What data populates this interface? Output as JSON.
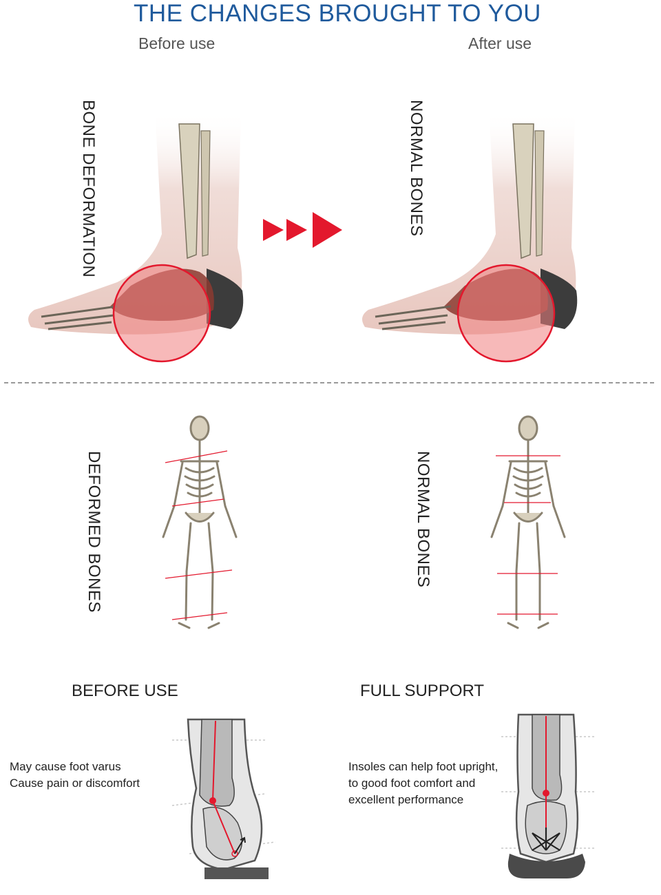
{
  "header": {
    "title": "THE CHANGES BROUGHT TO YOU",
    "before_label": "Before use",
    "after_label": "After use"
  },
  "feet": {
    "left_label": "BONE DEFORMATION",
    "right_label": "NORMAL BONES"
  },
  "skeletons": {
    "left_label": "DEFORMED BONES",
    "right_label": "NORMAL BONES"
  },
  "heels": {
    "left_caption": "BEFORE USE",
    "left_lines": [
      "May cause foot varus",
      "Cause pain or discomfort"
    ],
    "right_caption": "FULL SUPPORT",
    "right_lines": [
      "Insoles can help foot upright,",
      "to good foot comfort and",
      "excellent performance"
    ]
  },
  "colors": {
    "title": "#1f5a9c",
    "accent_red": "#e3182d",
    "circle_fill": "#f08080"
  }
}
